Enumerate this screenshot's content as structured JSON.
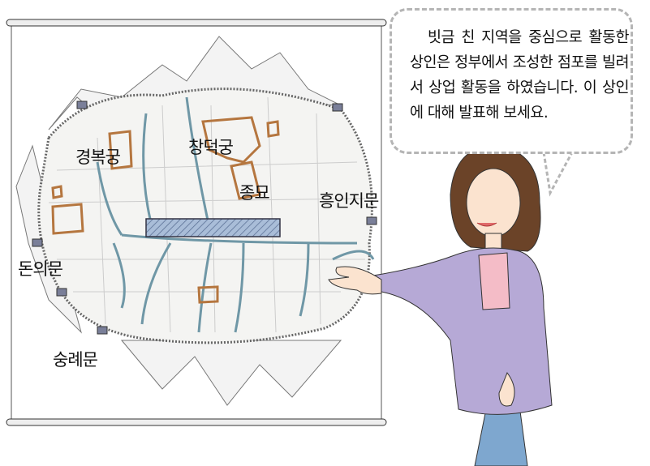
{
  "map": {
    "labels": {
      "gyeongbokgung": "경복궁",
      "changdeokgung": "창덕궁",
      "jongmyo": "종묘",
      "heunginjimun": "흥인지문",
      "donuimun": "돈의문",
      "sungnyemun": "숭례문"
    },
    "colors": {
      "palace": "#b5763f",
      "stream": "#6f97a6",
      "hatch": "#8fa8c8"
    }
  },
  "speech_bubble": {
    "text": "빗금 친 지역을 중심으로 활동한 상인은 정부에서 조성한 점포를 빌려서 상업 활동을 하였습니다. 이 상인에 대해 발표해 보세요."
  },
  "presenter": {
    "jacket_color": "#b6a9d6",
    "skirt_color": "#7ea7cf"
  }
}
